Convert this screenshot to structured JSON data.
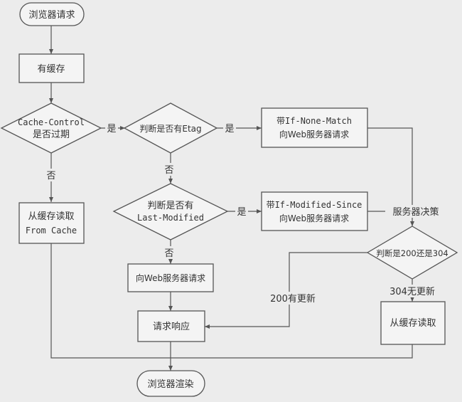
{
  "nodes": {
    "start": "浏览器请求",
    "has_cache": "有缓存",
    "cache_control_1": "Cache-Control",
    "cache_control_2": "是否过期",
    "etag": "判断是否有Etag",
    "if_none_match_1": "带If-None-Match",
    "if_none_match_2": "向Web服务器请求",
    "last_modified_1": "判断是否有",
    "last_modified_2": "Last-Modified",
    "if_modified_since_1": "带If-Modified-Since",
    "if_modified_since_2": "向Web服务器请求",
    "read_cache_1": "从缓存读取",
    "read_cache_2": "From Cache",
    "server_decide": "服务器决策",
    "judge_200_304": "判断是200还是304",
    "request_web": "向Web服务器请求",
    "response": "请求响应",
    "read_cache_right": "从缓存读取",
    "render": "浏览器渲染"
  },
  "edges": {
    "yes_1": "是",
    "yes_2": "是",
    "yes_3": "是",
    "no_1": "否",
    "no_2": "否",
    "no_3": "否",
    "updated_200": "200有更新",
    "not_modified_304": "304无更新"
  },
  "colors": {
    "background": "#ececec",
    "node_fill": "#f4f4f4",
    "stroke": "#555555",
    "text": "#333333"
  }
}
